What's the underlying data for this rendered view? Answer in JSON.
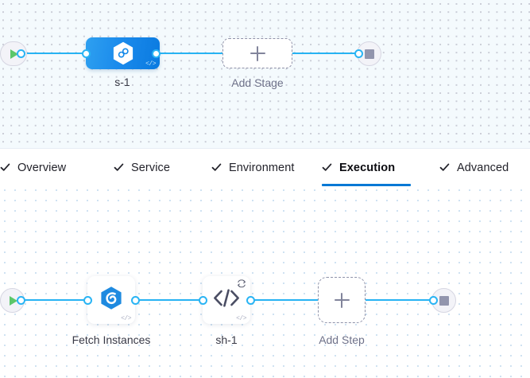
{
  "theme": {
    "accent_blue": "#0278d5",
    "edge_blue": "#27b3f3",
    "stage_gradient_from": "#2ea0f0",
    "stage_gradient_to": "#0a7ae0",
    "play_green": "#5cc76a",
    "stop_grey": "#9295ad",
    "dashed_border": "#8e91a8",
    "label_dark": "#383946",
    "label_muted": "#6e7189",
    "stage_canvas_bg": "#f4fafd",
    "step_canvas_bg": "#ffffff"
  },
  "stage_graph": {
    "start_node": {
      "icon": "play-icon",
      "label": ""
    },
    "end_node": {
      "icon": "stop-icon",
      "label": ""
    },
    "stages": [
      {
        "label": "s-1",
        "icon": "harness-infinity-hexagon-icon",
        "badge": "code-icon",
        "selected": true
      }
    ],
    "add_stage": {
      "label": "Add Stage",
      "icon": "plus-icon"
    }
  },
  "tabs": [
    {
      "label": "Overview",
      "icon": "check-icon",
      "active": false
    },
    {
      "label": "Service",
      "icon": "check-icon",
      "active": false
    },
    {
      "label": "Environment",
      "icon": "check-icon",
      "active": false
    },
    {
      "label": "Execution",
      "icon": "check-icon",
      "active": true
    },
    {
      "label": "Advanced",
      "icon": "check-icon",
      "active": false
    }
  ],
  "step_graph": {
    "start_node": {
      "icon": "play-icon",
      "label": ""
    },
    "end_node": {
      "icon": "stop-icon",
      "label": ""
    },
    "steps": [
      {
        "label": "Fetch Instances",
        "icon": "harness-swirl-hexagon-icon",
        "badge": "code-icon",
        "retry": false
      },
      {
        "label": "sh-1",
        "icon": "shell-script-code-icon",
        "badge": "code-icon",
        "retry": true,
        "retry_icon": "retry-loop-icon"
      }
    ],
    "add_step": {
      "label": "Add Step",
      "icon": "plus-icon"
    }
  }
}
